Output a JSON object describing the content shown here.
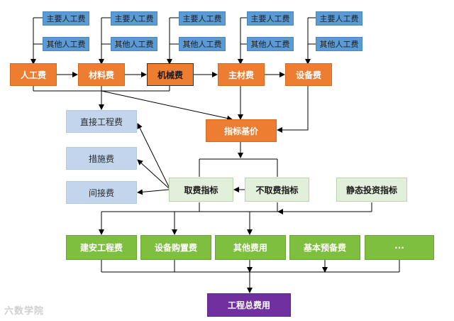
{
  "sub_labels": {
    "main_labor": "主要人工费",
    "other_labor": "其他人工费"
  },
  "top_row": {
    "labor": "人工费",
    "material": "材料费",
    "machinery": "机械费",
    "main_material": "主材费",
    "equipment": "设备费"
  },
  "index_price": "指标基价",
  "left_col": {
    "direct": "直接工程费",
    "measures": "措施费",
    "indirect": "间接费"
  },
  "indicators": {
    "take_fee": "取费指标",
    "no_fee": "不取费指标",
    "static_invest": "静态投资指标"
  },
  "bottom_row": {
    "construction": "建安工程费",
    "equipment_purchase": "设备购置费",
    "other_costs": "其他费用",
    "basic_reserve": "基本预备费",
    "more": "···"
  },
  "total": "工程总费用",
  "watermark": "六数学院",
  "colors": {
    "sub_box": "#5b9bd5",
    "main_box": "#ed7d31",
    "light_blue_box": "#c2d5ec",
    "light_green_box": "#e2efda",
    "green_box": "#7fbf3f",
    "purple_box": "#7030a0",
    "line": "#000000"
  }
}
